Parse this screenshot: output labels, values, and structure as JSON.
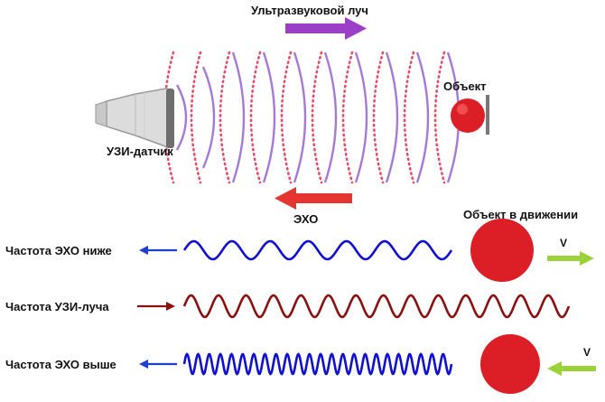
{
  "top": {
    "beam_label": "Ультразвуковой луч",
    "object_label": "Объект",
    "probe_label": "УЗИ-датчик",
    "echo_label": "ЭХО",
    "beam_arrow_color": "#9b3fc8",
    "echo_arrow_color": "#e5352f",
    "solid_wave_color": "#a57ad6",
    "dotted_wave_color": "#e84a6a",
    "object_color": "#dc1f26"
  },
  "bottom": {
    "moving_object_label": "Объект в движении",
    "rows": [
      {
        "label": "Частота ЭХО ниже",
        "color": "#1010d0",
        "arrow_color": "#1f3fd0",
        "cycles": 7,
        "velocity": "V"
      },
      {
        "label": "Частота УЗИ-луча",
        "color": "#8b1010",
        "arrow_color": "#8b1010",
        "cycles": 14
      },
      {
        "label": "Частота ЭХО выше",
        "color": "#1010d0",
        "arrow_color": "#1f3fd0",
        "cycles": 24,
        "velocity": "V"
      }
    ],
    "velocity_arrow_color": "#9bd23a",
    "ball_color": "#dc1f26"
  }
}
